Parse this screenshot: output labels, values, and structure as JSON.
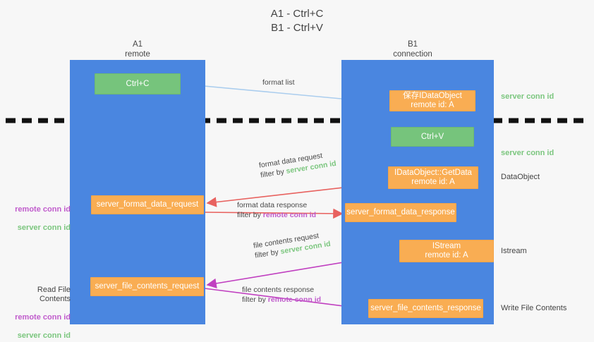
{
  "title": "A1 - Ctrl+C\nB1 - Ctrl+V",
  "lanes": {
    "a1": {
      "header": "A1\nremote",
      "color": "#4a86e0"
    },
    "b1": {
      "header": "B1\nconnection",
      "color": "#4a86e0"
    }
  },
  "boxes": {
    "ctrl_c": {
      "label": "Ctrl+C",
      "color": "#76c47c"
    },
    "save_idataobject": {
      "label": "保存IDataObject\nremote id: A",
      "color": "#f9ad53"
    },
    "ctrl_v": {
      "label": "Ctrl+V",
      "color": "#76c47c"
    },
    "getdata": {
      "label": "IDataObject::GetData\nremote id: A",
      "color": "#f9ad53"
    },
    "istream": {
      "label": "IStream\nremote id: A",
      "color": "#f9ad53"
    },
    "server_format_data_request": {
      "label": "server_format_data_request",
      "color": "#f9ad53"
    },
    "server_format_data_response": {
      "label": "server_format_data_response",
      "color": "#f9ad53"
    },
    "server_file_contents_request": {
      "label": "server_file_contents_request",
      "color": "#f9ad53"
    },
    "server_file_contents_response": {
      "label": "server_file_contents_response",
      "color": "#f9ad53"
    }
  },
  "notes": {
    "server_conn_id_1": "server conn id",
    "server_conn_id_2": "server conn id",
    "dataobject": "DataObject",
    "istream": "Istream",
    "write_file_contents": "Write File Contents",
    "left_format": {
      "remote": "remote conn id",
      "server": "server conn id"
    },
    "left_file": {
      "header": "Read File Contents",
      "remote": "remote conn id",
      "server": "server conn id"
    }
  },
  "arrow_labels": {
    "format_list": "format list",
    "format_data_request": {
      "line1": "format data request",
      "filter_prefix": "filter by ",
      "filter_value": "server conn id"
    },
    "format_data_response": {
      "line1": "format data response",
      "filter_prefix": "filter by ",
      "filter_value": "remote conn id"
    },
    "file_contents_request": {
      "line1": "file contents request",
      "filter_prefix": "filter by ",
      "filter_value": "server conn id"
    },
    "file_contents_response": {
      "line1": "file contents response",
      "filter_prefix": "filter by ",
      "filter_value": "remote conn id"
    }
  },
  "colors": {
    "lane_blue": "#4a86e0",
    "green_box": "#76c47c",
    "orange_box": "#f9ad53",
    "green_text": "#7bc67e",
    "pink_text": "#c05ccc",
    "red_arrow": "#e8625f",
    "magenta_arrow": "#c03fc0",
    "lightblue_arrow": "#aacdee",
    "black_arrow": "#000000",
    "dashed_line": "#111111"
  }
}
